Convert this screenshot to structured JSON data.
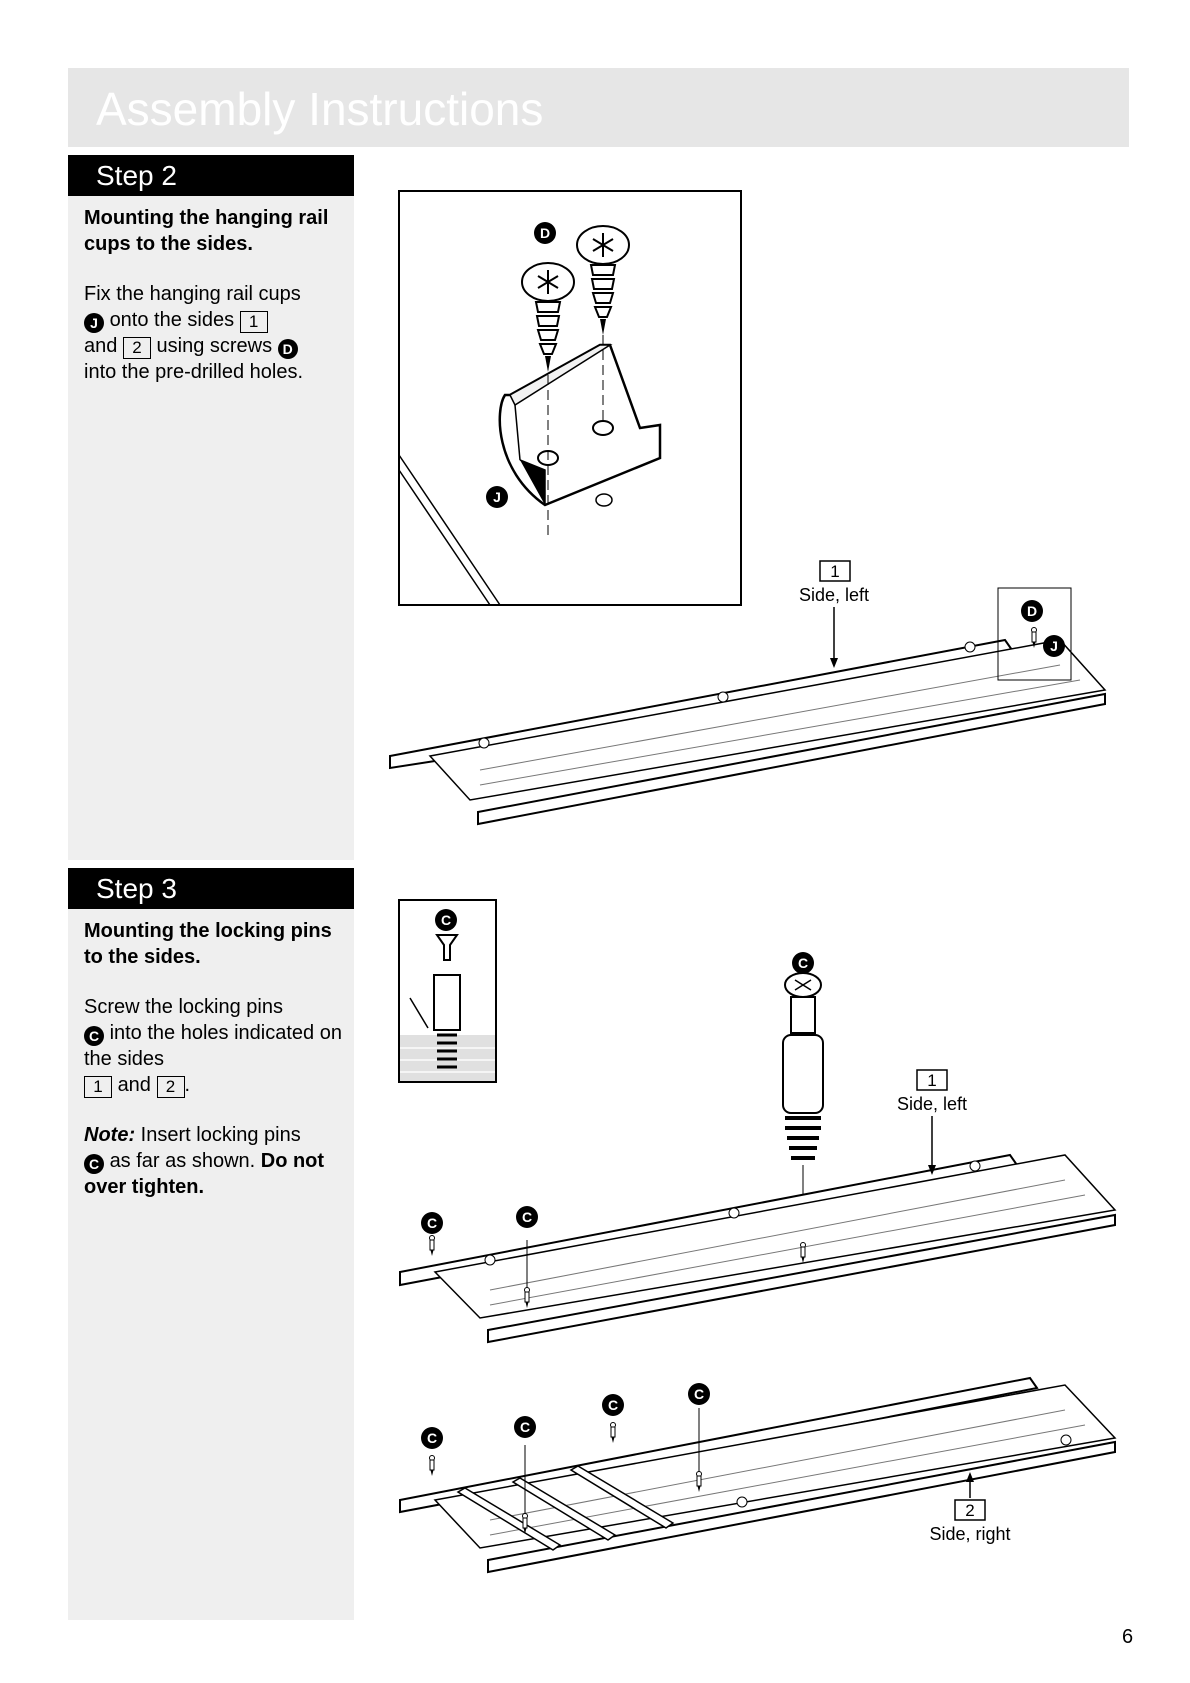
{
  "header": {
    "title": "Assembly Instructions"
  },
  "step2": {
    "label": "Step 2",
    "heading": "Mounting the hanging rail cups to the sides.",
    "body": {
      "t1": "Fix the hanging rail cups",
      "j1": "J",
      "t2": "onto the sides",
      "side1": "1",
      "t3": "and",
      "side2": "2",
      "t4": "using screws",
      "d1": "D",
      "t5": "into the pre-drilled holes."
    },
    "figure": {
      "callout_d": "D",
      "callout_j": "J",
      "side_number": "1",
      "side_label": "Side, left",
      "inset_d": "D",
      "inset_j": "J"
    }
  },
  "step3": {
    "label": "Step 3",
    "heading": "Mounting the locking pins to the sides.",
    "body": {
      "t1": "Screw the locking pins",
      "c1": "C",
      "t2": "into the holes indicated on the sides",
      "side1": "1",
      "t3": "and",
      "side2": "2",
      "t4": "."
    },
    "note": {
      "label": "Note:",
      "t1": "Insert locking pins",
      "c1": "C",
      "t2": "as far as shown.",
      "bold_tail": "Do not over tighten."
    },
    "figure": {
      "callout_c": "C",
      "side1_number": "1",
      "side1_label": "Side, left",
      "side2_number": "2",
      "side2_label": "Side, right"
    }
  },
  "page_number": "6",
  "colors": {
    "header_bg": "#e6e6e6",
    "sidebar_bg": "#efefef",
    "step_bar": "#000000"
  }
}
